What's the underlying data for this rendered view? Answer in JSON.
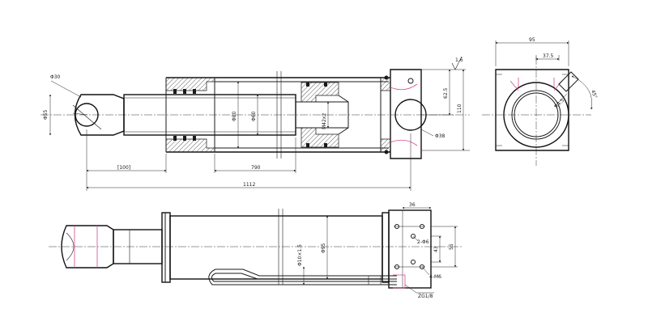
{
  "dimensions": {
    "rod_end_dia": "Φ30",
    "rod_dia": "Φ55",
    "bore_dia": "Φ80",
    "inner_dia": "Φ60",
    "thread": "M42x2",
    "pin_dia": "Φ38",
    "head_height_upper": "62.5",
    "head_height": "110",
    "surface_finish": "1.6",
    "retracted_offset": "[100]",
    "stroke": "790",
    "overall_length": "1112",
    "side_width": "95",
    "side_offset": "37.5",
    "side_radius": "R4.5",
    "side_angle": "45°",
    "port_spacing": "36",
    "port_holes": "2-Φ6",
    "port_height_small": "43",
    "port_height_large": "55",
    "mount_holes": "4-M6",
    "tube_pipe": "Φ10×1.5",
    "tube_outer": "Φ95",
    "port_thread": "ZG1/8"
  }
}
